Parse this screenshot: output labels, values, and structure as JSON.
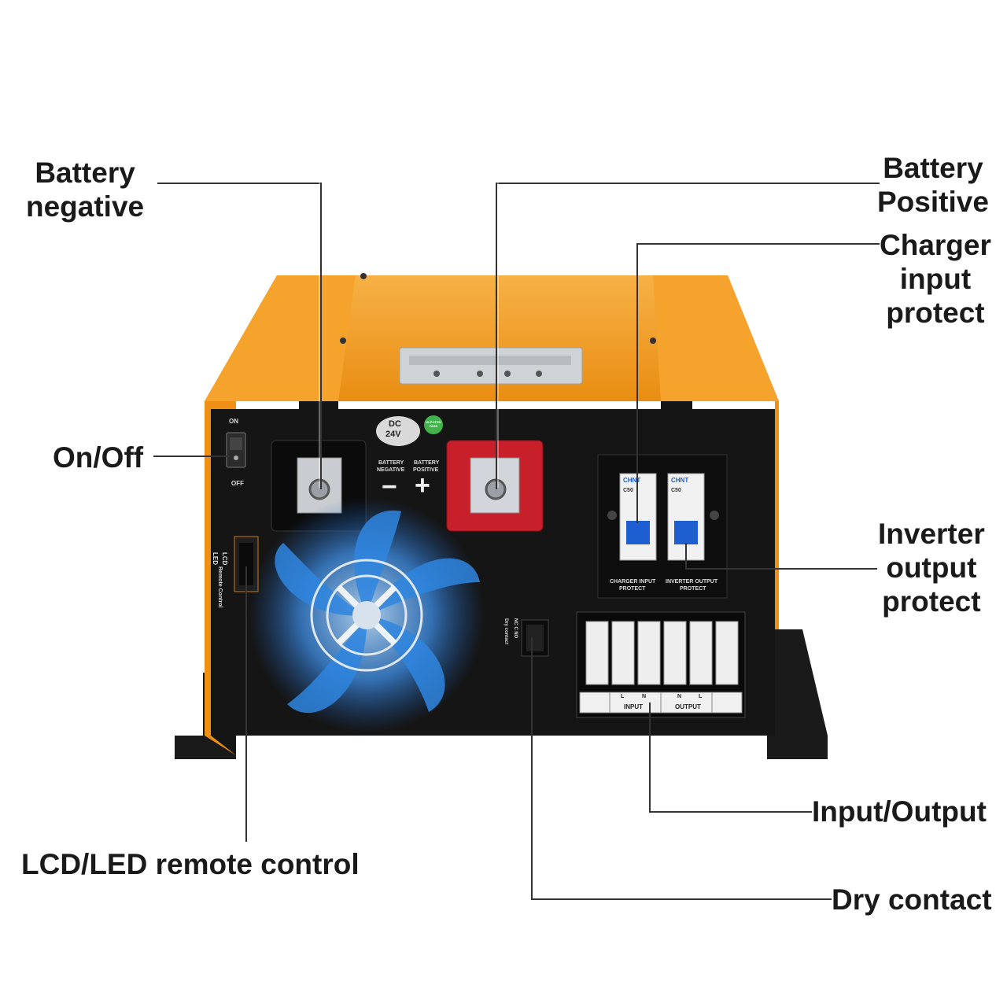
{
  "labels": {
    "battery_negative": "Battery\nnegative",
    "battery_positive": "Battery\nPositive",
    "charger_input_protect": "Charger\ninput\nprotect",
    "on_off": "On/Off",
    "inverter_output_protect": "Inverter\noutput\nprotect",
    "input_output": "Input/Output",
    "lcd_led_remote_control": "LCD/LED remote control",
    "dry_contact": "Dry contact"
  },
  "panel": {
    "switch_on": "ON",
    "switch_off": "OFF",
    "dc_badge_line1": "DC",
    "dc_badge_line2": "24V",
    "hipot_badge": "HI-POTED PASS",
    "battery_negative_line1": "BATTERY",
    "battery_negative_line2": "NEGATIVE",
    "battery_positive_line1": "BATTERY",
    "battery_positive_line2": "POSITIVE",
    "minus_sign": "−",
    "plus_sign": "+",
    "lcd_label": "LCD",
    "led_label": "LED",
    "remote_control_label": "Remote Control",
    "breaker_brand_1": "CHNT",
    "breaker_brand_2": "CHNT",
    "breaker_rating_1": "C50",
    "breaker_rating_2": "C50",
    "charger_protect_line1": "CHARGER INPUT",
    "charger_protect_line2": "PROTECT",
    "inverter_protect_line1": "INVERTER OUTPUT",
    "inverter_protect_line2": "PROTECT",
    "dry_contact_terminals": "NC  C  NO",
    "dry_contact_caption": "Dry contact",
    "terminal_L1": "L",
    "terminal_N1": "N",
    "terminal_N2": "N",
    "terminal_L2": "L",
    "terminal_input": "INPUT",
    "terminal_output": "OUTPUT"
  },
  "colors": {
    "housing_orange": "#f39a1c",
    "panel_black": "#151515",
    "positive_red": "#c8202a",
    "fan_blue": "#2a7bd8",
    "leader_line": "#333333"
  }
}
